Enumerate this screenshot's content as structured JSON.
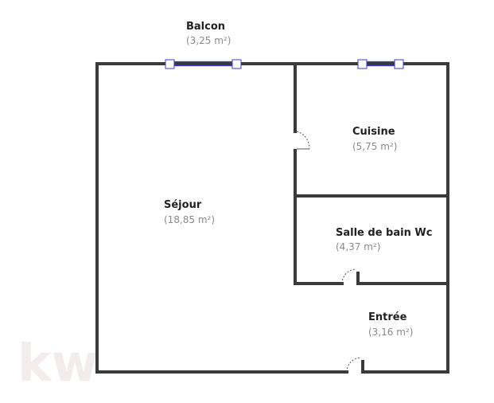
{
  "watermark": "kw",
  "rooms": {
    "balcon": {
      "name": "Balcon",
      "area": "(3,25 m²)"
    },
    "cuisine": {
      "name": "Cuisine",
      "area": "(5,75 m²)"
    },
    "sejour": {
      "name": "Séjour",
      "area": "(18,85 m²)"
    },
    "sdb": {
      "name": "Salle de bain Wc",
      "area": "(4,37 m²)"
    },
    "entree": {
      "name": "Entrée",
      "area": "(3,16 m²)"
    }
  },
  "colors": {
    "wall": "#3a3a3a",
    "window": "#3b3bd6",
    "label": "#222222",
    "area": "#8a8a8a"
  }
}
